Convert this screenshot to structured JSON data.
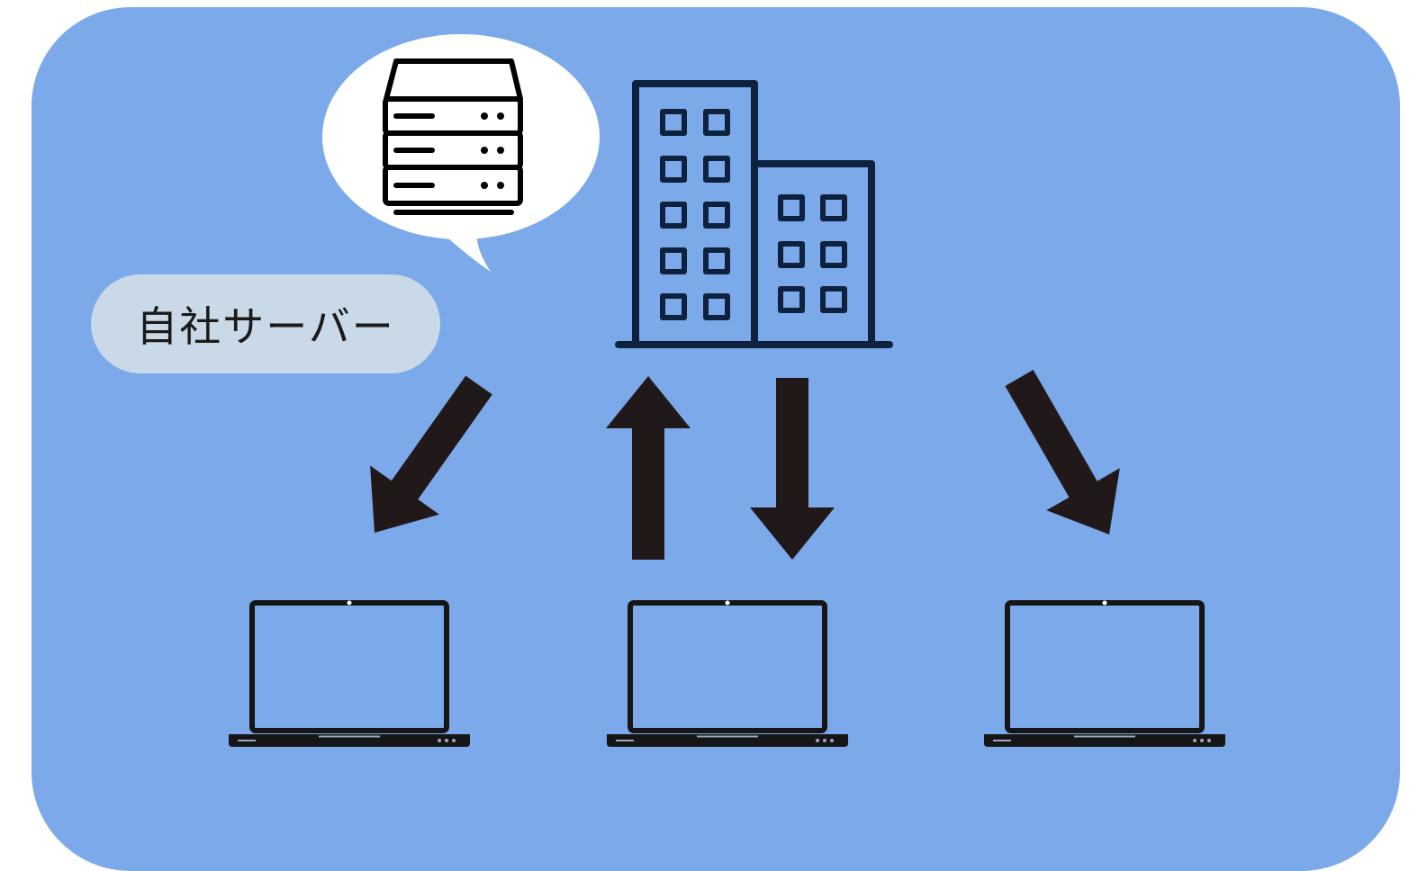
{
  "colors": {
    "background": "#7BA9EA",
    "label_bubble": "#C9D9E8",
    "speech_bubble": "#FFFFFF",
    "building_stroke": "#0E2240",
    "arrow_fill": "#211919",
    "device_stroke": "#161616"
  },
  "label": {
    "text": "自社サーバー"
  },
  "icons": {
    "server": "server-rack-icon",
    "building": "office-building-icon",
    "laptop": "laptop-icon",
    "arrow": "arrow-icon"
  },
  "arrows": [
    {
      "name": "arrow-down-left",
      "direction": "down-left"
    },
    {
      "name": "arrow-up",
      "direction": "up"
    },
    {
      "name": "arrow-down",
      "direction": "down"
    },
    {
      "name": "arrow-down-right",
      "direction": "down-right"
    }
  ],
  "laptops": [
    {
      "name": "laptop-left"
    },
    {
      "name": "laptop-center"
    },
    {
      "name": "laptop-right"
    }
  ]
}
